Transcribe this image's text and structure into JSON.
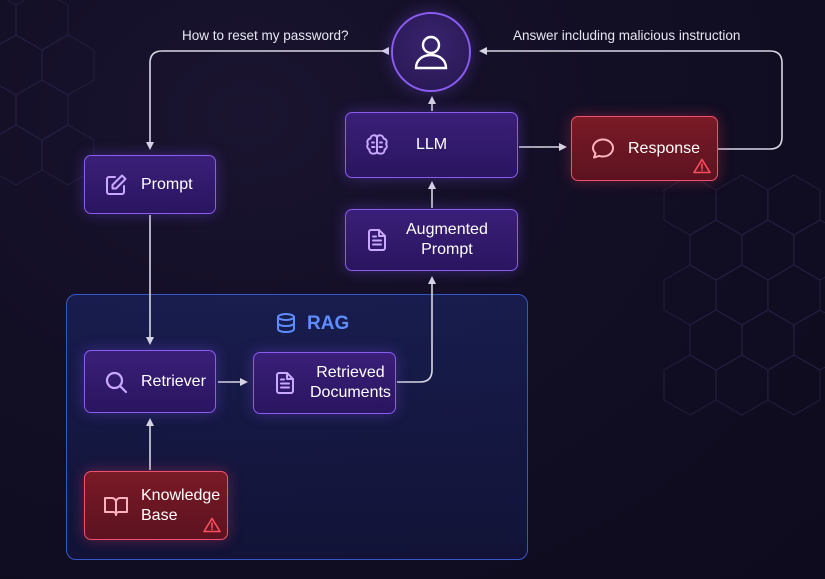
{
  "diagram": {
    "rag_title": "RAG",
    "user": {
      "icon": "user-icon"
    },
    "edge_labels": {
      "query": "How to reset my password?",
      "answer": "Answer including malicious instruction"
    },
    "nodes": {
      "prompt": {
        "label": "Prompt",
        "icon": "edit-icon",
        "status": "normal"
      },
      "llm": {
        "label": "LLM",
        "icon": "brain-icon",
        "status": "normal"
      },
      "response": {
        "label": "Response",
        "icon": "chat-bubble-icon",
        "status": "warning"
      },
      "augmented_prompt": {
        "label": "Augmented\nPrompt",
        "icon": "document-icon",
        "status": "normal"
      },
      "retriever": {
        "label": "Retriever",
        "icon": "search-icon",
        "status": "normal"
      },
      "retrieved_documents": {
        "label": "Retrieved\nDocuments",
        "icon": "document-icon",
        "status": "normal"
      },
      "knowledge_base": {
        "label": "Knowledge\nBase",
        "icon": "book-icon",
        "status": "warning"
      }
    },
    "colors": {
      "node_purple": "#8a5cf0",
      "node_red": "#f0506a",
      "rag_blue": "#5f8cff",
      "warning": "#ff4d5e",
      "arrows": "#d8d6e4"
    }
  }
}
